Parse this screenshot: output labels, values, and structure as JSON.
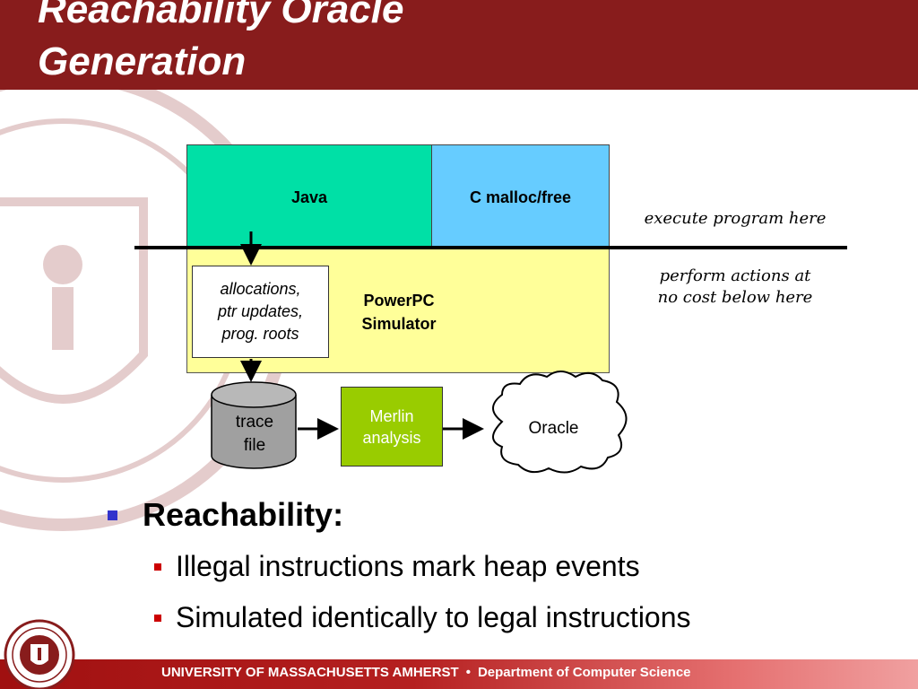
{
  "slide": {
    "title_line1": "Reachability Oracle",
    "title_line2": "Generation"
  },
  "diagram": {
    "java_label": "Java",
    "cmalloc_label": "C malloc/free",
    "simulator_line1": "PowerPC",
    "simulator_line2": "Simulator",
    "alloc_line1": "allocations,",
    "alloc_line2": "ptr updates,",
    "alloc_line3": "prog. roots",
    "trace_line1": "trace",
    "trace_line2": "file",
    "merlin_line1": "Merlin",
    "merlin_line2": "analysis",
    "oracle_label": "Oracle",
    "note_execute": "execute program here",
    "note_perform_line1": "perform actions at",
    "note_perform_line2": "no cost below here"
  },
  "bullets": {
    "main": "Reachability:",
    "sub": [
      "Illegal instructions mark heap events",
      "Simulated identically to legal instructions"
    ]
  },
  "footer": {
    "university": "UNIVERSITY OF MASSACHUSETTS AMHERST",
    "separator": "•",
    "department": "Department of Computer Science"
  },
  "colors": {
    "title_bar": "#881c1c",
    "java": "#00e0a6",
    "cmalloc": "#66ccff",
    "simulator": "#ffff99",
    "merlin": "#99cc00",
    "trace_file": "#a0a0a0",
    "bullet_main": "#3333cc",
    "bullet_sub": "#cc0000"
  }
}
